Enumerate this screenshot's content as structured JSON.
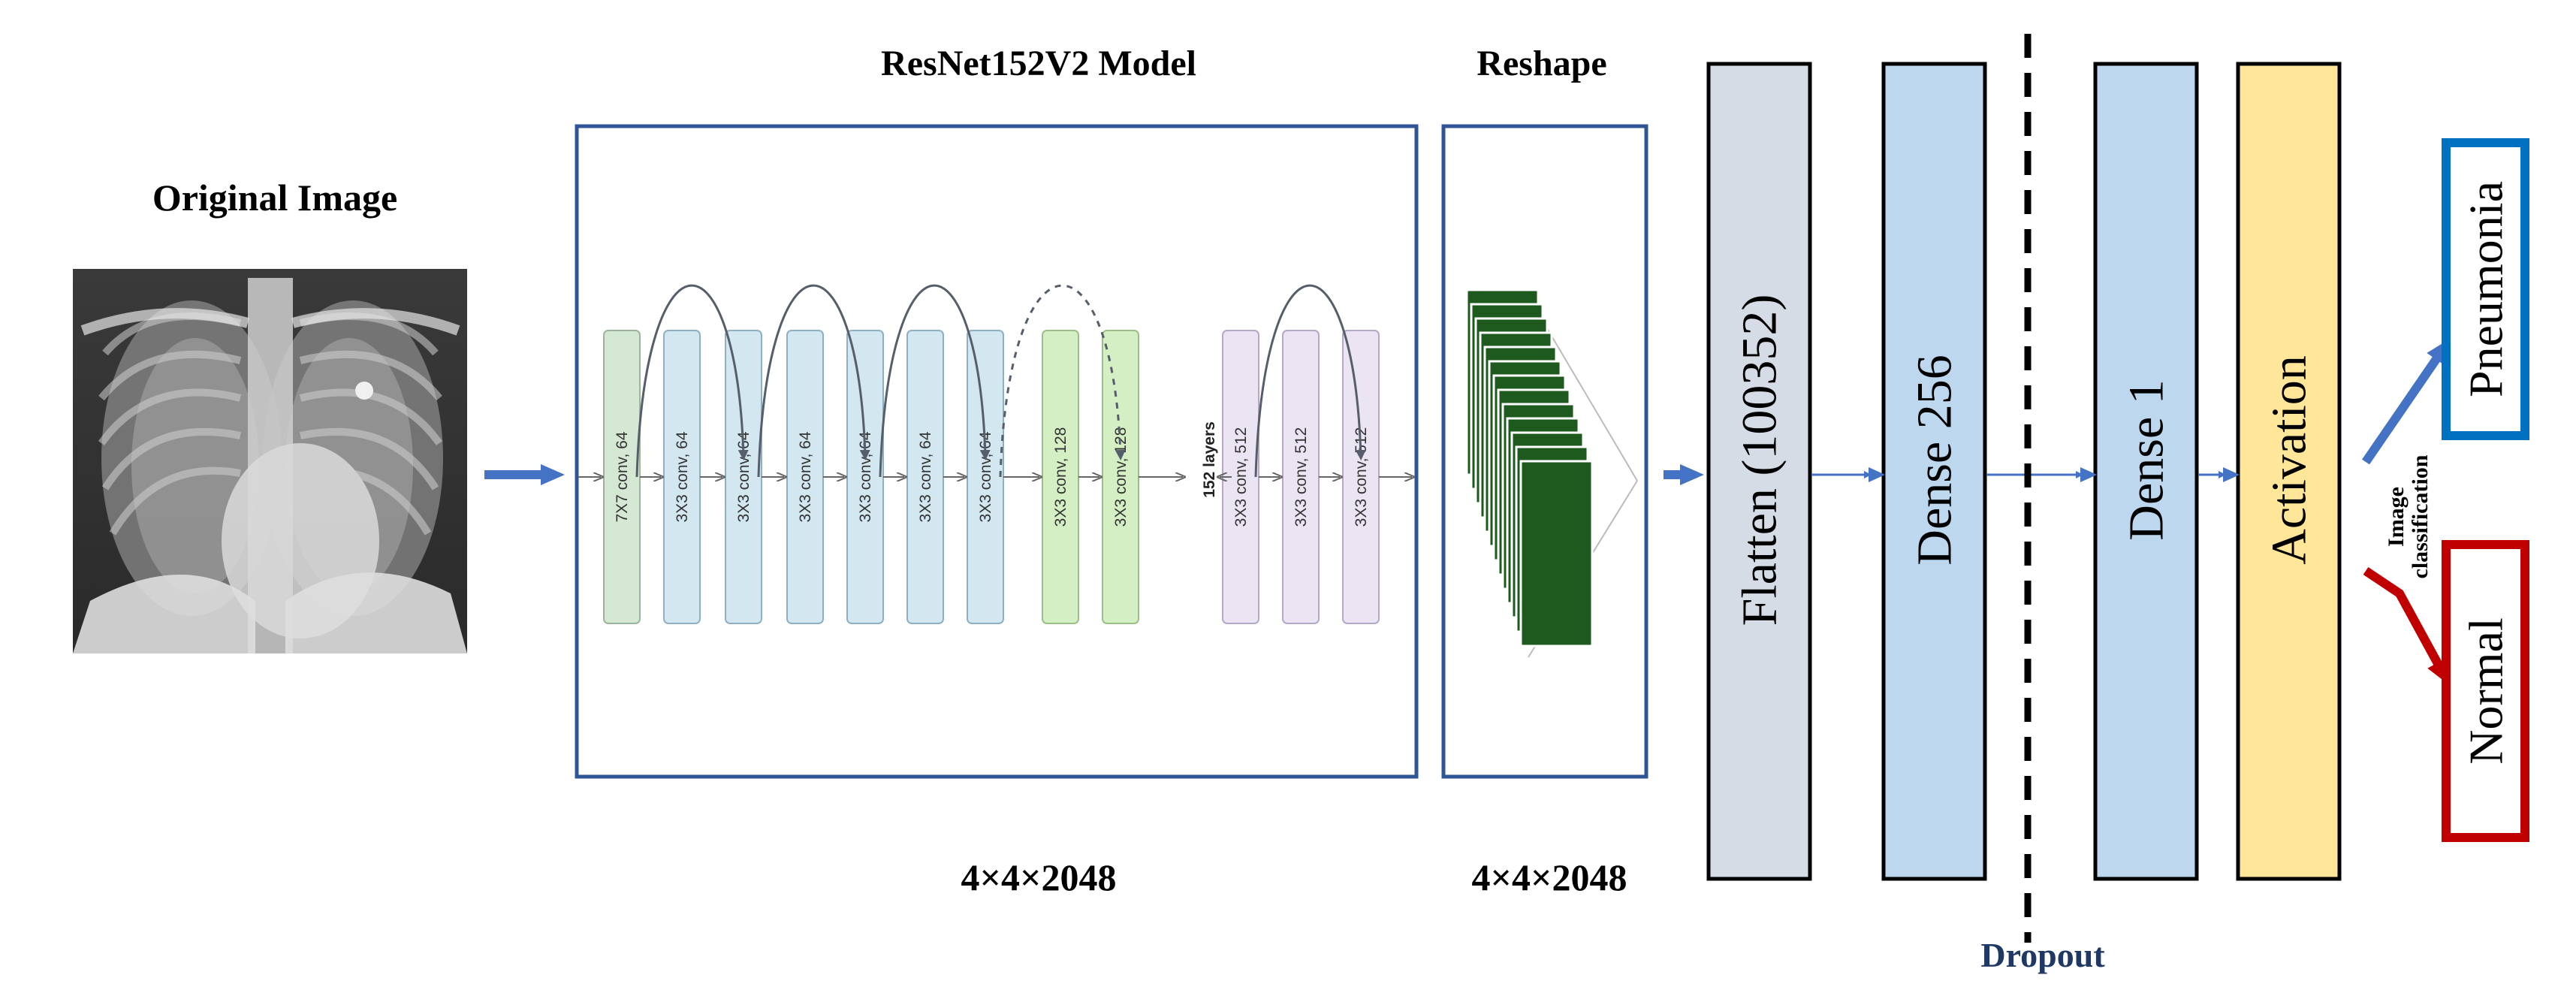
{
  "titles": {
    "original_image": "Original Image",
    "model": "ResNet152V2 Model",
    "reshape": "Reshape",
    "model_shape": "4×4×2048",
    "reshape_shape": "4×4×2048",
    "dropout": "Dropout",
    "image_classification_line1": "Image",
    "image_classification_line2": "classification"
  },
  "resnet_layers": [
    {
      "label": "7X7 conv, 64",
      "kind": "first"
    },
    {
      "label": "3X3 conv, 64",
      "kind": "blue"
    },
    {
      "label": "3X3 conv, 64",
      "kind": "blue"
    },
    {
      "label": "3X3 conv, 64",
      "kind": "blue"
    },
    {
      "label": "3X3 conv, 64",
      "kind": "blue"
    },
    {
      "label": "3X3 conv, 64",
      "kind": "blue"
    },
    {
      "label": "3X3 conv, 64",
      "kind": "blue"
    },
    {
      "label": "3X3 conv, 128",
      "kind": "green"
    },
    {
      "label": "3X3 conv, 128",
      "kind": "green"
    },
    {
      "label": "3X3 conv, 512",
      "kind": "purple"
    },
    {
      "label": "3X3 conv, 512",
      "kind": "purple"
    },
    {
      "label": "3X3 conv, 512",
      "kind": "purple"
    }
  ],
  "resnet_gap_label": "152 layers",
  "dense_blocks": [
    {
      "label": "Flatten (100352)",
      "color": "#d6dce5"
    },
    {
      "label": "Dense 256",
      "color": "#bdd7ee"
    },
    {
      "label": "Dense 1",
      "color": "#bdd7ee"
    },
    {
      "label": "Activation",
      "color": "#ffe699"
    }
  ],
  "outputs": [
    {
      "label": "Pneumonia",
      "color": "#0070c0"
    },
    {
      "label": "Normal",
      "color": "#c00000"
    }
  ],
  "colors": {
    "frame": "#2f5597",
    "arrow": "#4472c4",
    "dropout_text": "#1f3864",
    "feature_map": "#1e5a1e"
  }
}
